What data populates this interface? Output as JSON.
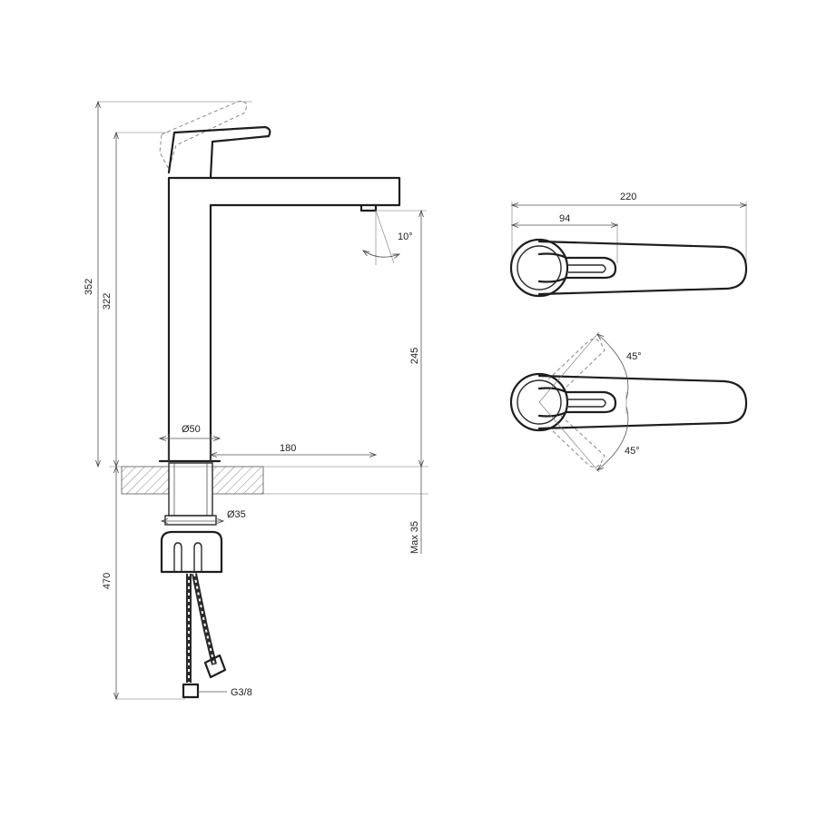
{
  "dimensions": {
    "total_height": "352",
    "spout_height": "322",
    "spout_clearance": "245",
    "spout_angle": "10°",
    "base_diameter": "Ø50",
    "reach": "180",
    "thread_diameter": "Ø35",
    "max_thickness": "Max 35",
    "hose_length": "470",
    "connection": "G3/8",
    "total_length": "220",
    "handle_length": "94",
    "rotation_left": "45°",
    "rotation_right": "45°"
  }
}
